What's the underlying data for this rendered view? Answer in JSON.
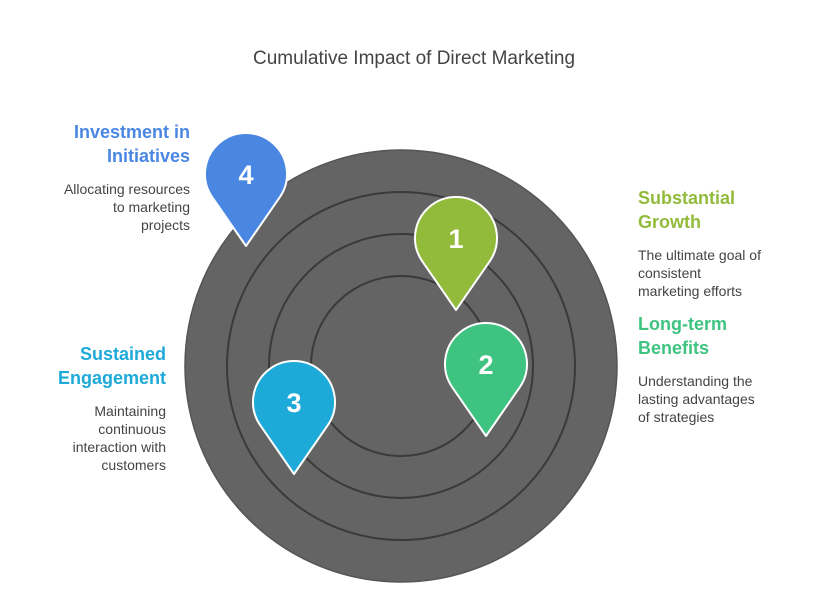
{
  "title": "Cumulative Impact of Direct Marketing",
  "rings": 4,
  "colors": {
    "circle_fill": "#646464",
    "ring_stroke": "#3a3a3a",
    "pin_stroke": "#ffffff"
  },
  "items": [
    {
      "number": "1",
      "heading": "Substantial Growth",
      "heading_lines": [
        "Substantial",
        "Growth"
      ],
      "description_lines": [
        "The ultimate goal of",
        "consistent",
        "marketing efforts"
      ],
      "color": "#92bb3b",
      "side": "right"
    },
    {
      "number": "2",
      "heading": "Long-term Benefits",
      "heading_lines": [
        "Long-term",
        "Benefits"
      ],
      "description_lines": [
        "Understanding the",
        "lasting advantages",
        "of strategies"
      ],
      "color": "#3fc380",
      "side": "right"
    },
    {
      "number": "3",
      "heading": "Sustained Engagement",
      "heading_lines": [
        "Sustained",
        "Engagement"
      ],
      "description_lines": [
        "Maintaining",
        "continuous",
        "interaction with",
        "customers"
      ],
      "color": "#1eaad8",
      "side": "left"
    },
    {
      "number": "4",
      "heading": "Investment in Initiatives",
      "heading_lines": [
        "Investment in",
        "Initiatives"
      ],
      "description_lines": [
        "Allocating resources",
        "to marketing",
        "projects"
      ],
      "color": "#4a87e3",
      "side": "left"
    }
  ]
}
